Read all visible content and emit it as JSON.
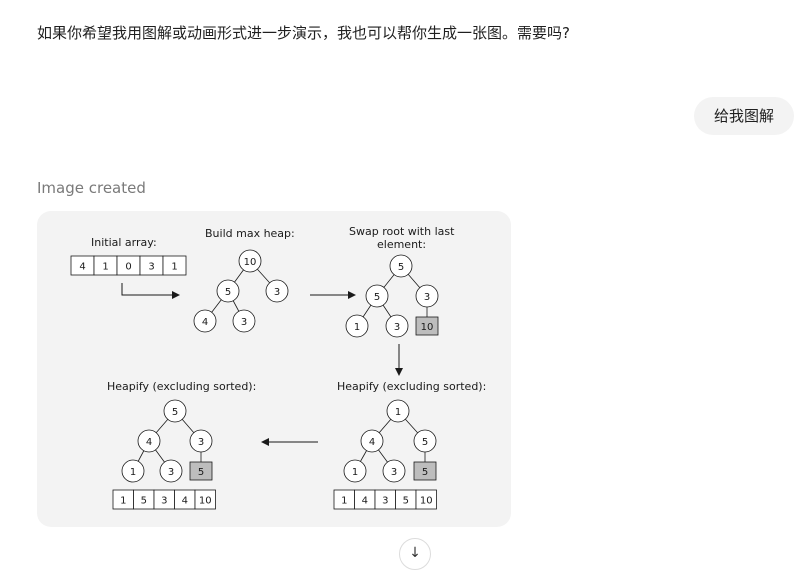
{
  "conversation": {
    "assistant_message": "如果你希望我用图解或动画形式进一步演示，我也可以帮你生成一张图。需要吗?",
    "user_message": "给我图解",
    "image_caption": "Image created",
    "scroll_icon": "arrow-down-icon",
    "scroll_glyph": "↓"
  },
  "diagram": {
    "labels": {
      "initial": "Initial array:",
      "build": "Build max heap:",
      "swap_line1": "Swap root with last",
      "swap_line2": "element:",
      "heapify_right": "Heapify (excluding sorted):",
      "heapify_left": "Heapify (excluding sorted):"
    },
    "initial_array": [
      "4",
      "1",
      "0",
      "3",
      "1"
    ],
    "build_heap": [
      "10",
      "5",
      "3",
      "4",
      "3"
    ],
    "swap_heap": [
      "5",
      "5",
      "3",
      "1",
      "3"
    ],
    "swap_sorted": "10",
    "heapify_right_heap": [
      "1",
      "4",
      "5",
      "1",
      "3"
    ],
    "heapify_right_sorted": "5",
    "heapify_right_array": [
      "1",
      "4",
      "3",
      "5",
      "10"
    ],
    "heapify_left_heap": [
      "5",
      "4",
      "3",
      "1",
      "3"
    ],
    "heapify_left_sorted": "5",
    "heapify_left_array": [
      "1",
      "5",
      "3",
      "4",
      "10"
    ],
    "colors": {
      "sorted_fill": "#bdbdbd",
      "node_fill": "#ffffff",
      "stroke": "#1a1a1a",
      "card_bg": "#f3f3f3"
    }
  }
}
